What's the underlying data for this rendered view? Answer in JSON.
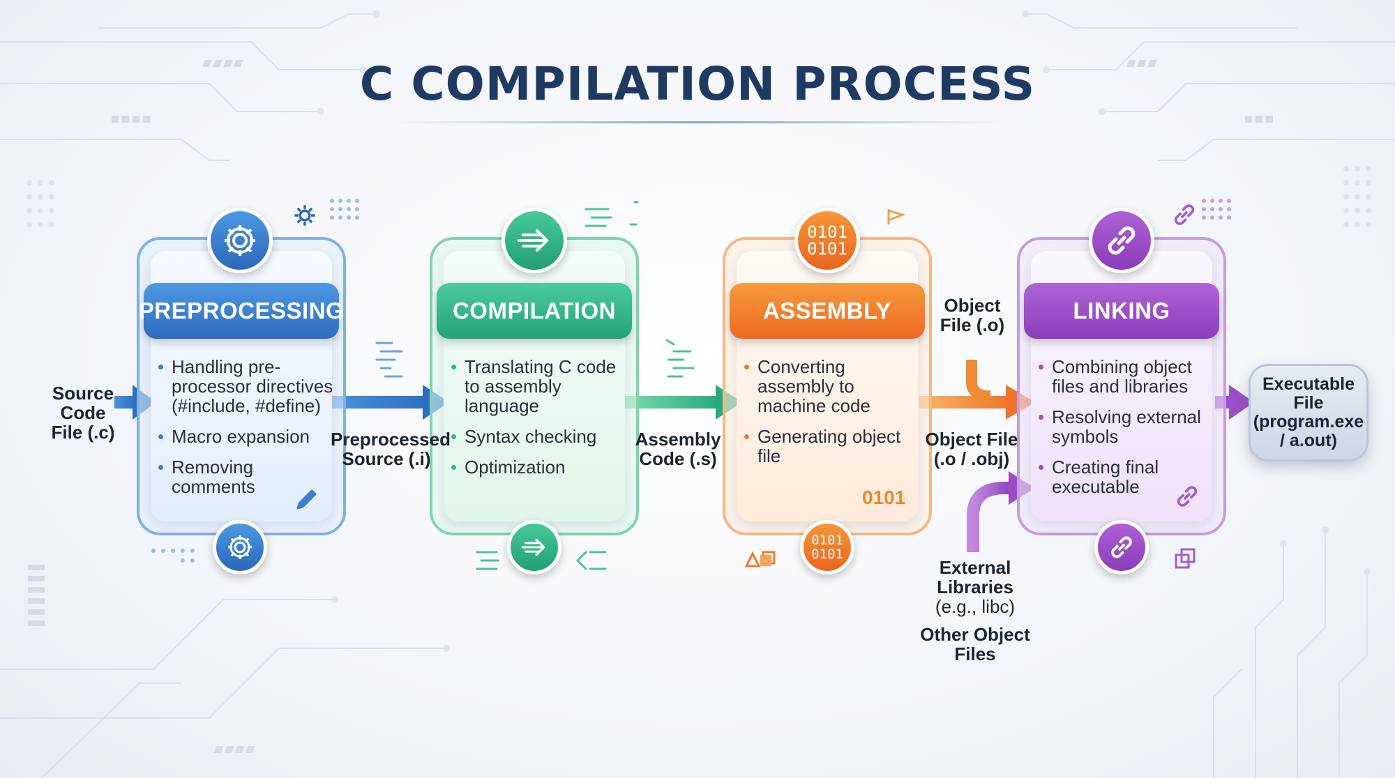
{
  "title": "C COMPILATION PROCESS",
  "stages": [
    {
      "name": "PREPROCESSING",
      "items": [
        "Handling pre-processor directives (#include, #define)",
        "Macro expansion",
        "Removing comments"
      ],
      "color": "#3a7fd0",
      "icon": "gear-icon"
    },
    {
      "name": "COMPILATION",
      "items": [
        "Translating C code to assembly language",
        "Syntax checking",
        "Optimization"
      ],
      "color": "#2fb58a",
      "icon": "arrow-right-icon"
    },
    {
      "name": "ASSEMBLY",
      "items": [
        "Converting assembly to machine code",
        "Generating object file"
      ],
      "color": "#f0782a",
      "icon": "binary-icon",
      "badge_top": "0101\n0101",
      "badge_bottom": "0101\n0101",
      "corner": "0101"
    },
    {
      "name": "LINKING",
      "items": [
        "Combining object files and libraries",
        "Resolving external symbols",
        "Creating final executable"
      ],
      "color": "#9b4fc6",
      "icon": "chain-link-icon"
    }
  ],
  "flow_labels": {
    "source": "Source Code File (.c)",
    "preprocessed": "Preprocessed Source (.i)",
    "assembly_code": "Assembly Code (.s)",
    "object_file_top": "Object File (.o)",
    "object_file_mid": "Object File (.o / .obj)",
    "external_libraries": "External Libraries",
    "external_libraries_example": "(e.g., libc)",
    "other_objects": "Other Object Files",
    "executable": "Executable File (program.exe / a.out)"
  },
  "colors": {
    "title": "#1f3a62",
    "blue": "#3a7fd0",
    "green": "#2fb58a",
    "orange": "#f0782a",
    "purple": "#9b4fc6"
  }
}
